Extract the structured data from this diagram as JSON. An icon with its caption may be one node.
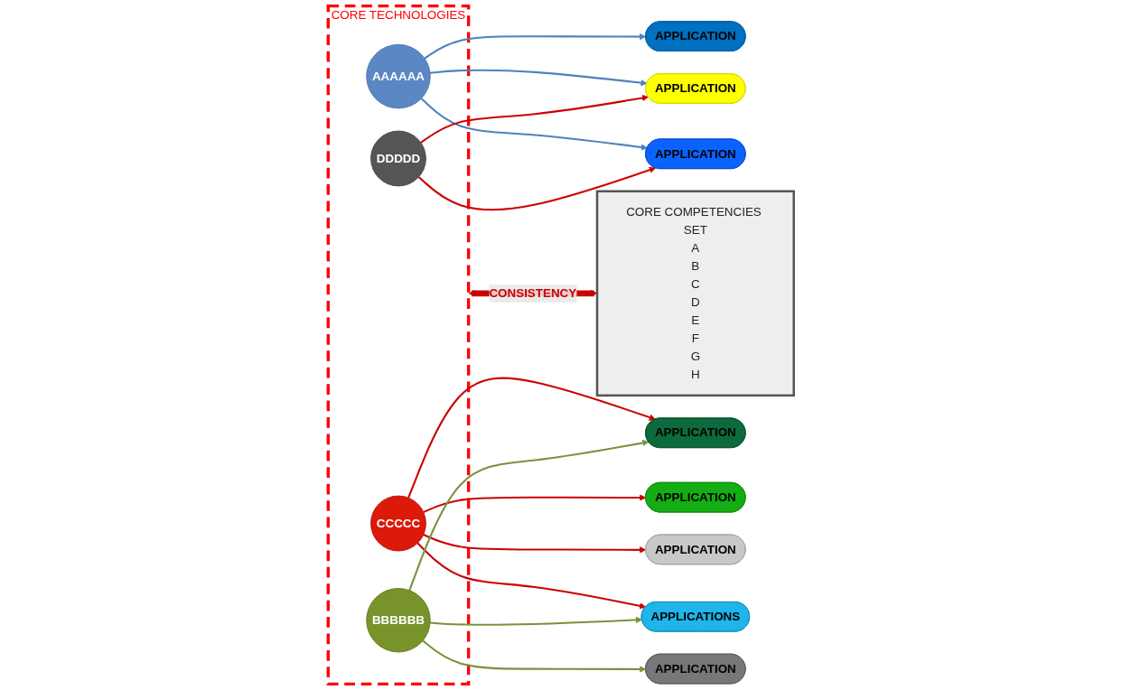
{
  "diagram": {
    "nodes": [
      {
        "text": [
          "CORE TECHNOLOGIES"
        ]
      },
      {
        "text": [
          "AAAAAA"
        ],
        "in": 0
      },
      {
        "text": [
          "DDDDD"
        ],
        "in": 0
      },
      {
        "text": [
          "CCCCC"
        ],
        "in": 0
      },
      {
        "text": [
          "BBBBBB"
        ],
        "in": 0
      },
      {
        "text": [
          "APPLICATION"
        ]
      },
      {
        "text": [
          "APPLICATION"
        ]
      },
      {
        "text": [
          "APPLICATION"
        ]
      },
      {
        "text": [
          "APPLICATION"
        ]
      },
      {
        "text": [
          "APPLICATION"
        ]
      },
      {
        "text": [
          "APPLICATION"
        ]
      },
      {
        "text": [
          "APPLICATION"
        ]
      },
      {
        "text": [
          "APPLICATIONS"
        ]
      },
      {
        "text": [
          "CORE COMPETENCIES SET",
          "A",
          "B",
          "C",
          "D",
          "E",
          "F",
          "G",
          "H"
        ]
      }
    ],
    "edges": [
      {
        "from": 1,
        "to": 5,
        "arrow": "to",
        "color": "#4f81bd"
      },
      {
        "from": 1,
        "to": 6,
        "arrow": "to",
        "color": "#4f81bd"
      },
      {
        "from": 1,
        "to": 7,
        "arrow": "to",
        "color": "#4f81bd"
      },
      {
        "from": 2,
        "to": 6,
        "arrow": "to"
      },
      {
        "from": 2,
        "to": 7,
        "arrow": "to"
      },
      {
        "from": 3,
        "to": 8,
        "arrow": "to"
      },
      {
        "from": 3,
        "to": 9,
        "arrow": "to"
      },
      {
        "from": 3,
        "to": 10,
        "arrow": "to"
      },
      {
        "from": 3,
        "to": 12,
        "arrow": "to"
      },
      {
        "from": 4,
        "to": 8,
        "arrow": "to",
        "color": "#77933c"
      },
      {
        "from": 4,
        "to": 11,
        "arrow": "to",
        "color": "#77933c"
      },
      {
        "from": 4,
        "to": 12,
        "arrow": "to",
        "color": "#77933c"
      },
      {
        "from": 0,
        "to": 13,
        "label": "CONSISTENCY",
        "arrow": "both",
        "style": "thick"
      }
    ]
  }
}
